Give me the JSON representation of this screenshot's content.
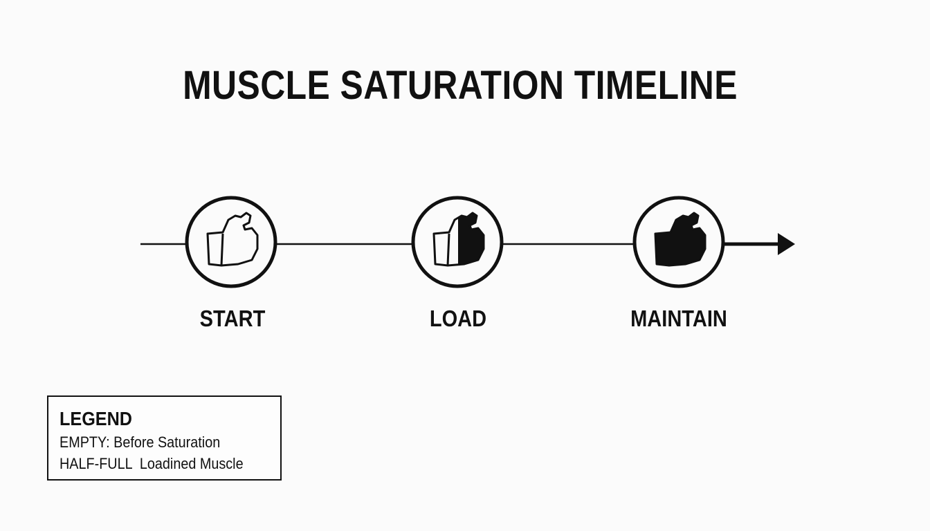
{
  "title": "MUSCLE SATURATION TIMELINE",
  "stages": [
    {
      "label": "START",
      "icon": "muscle-empty-icon",
      "fill": 0
    },
    {
      "label": "LOAD",
      "icon": "muscle-half-full-icon",
      "fill": 0.5
    },
    {
      "label": "MAINTAIN",
      "icon": "muscle-full-icon",
      "fill": 1
    }
  ],
  "legend": {
    "title": "LEGEND",
    "items": [
      "EMPTY: Before Saturation",
      "HALF-FULL  Loadined Muscle"
    ]
  },
  "colors": {
    "background": "#fbfbfb",
    "ink": "#111111"
  }
}
